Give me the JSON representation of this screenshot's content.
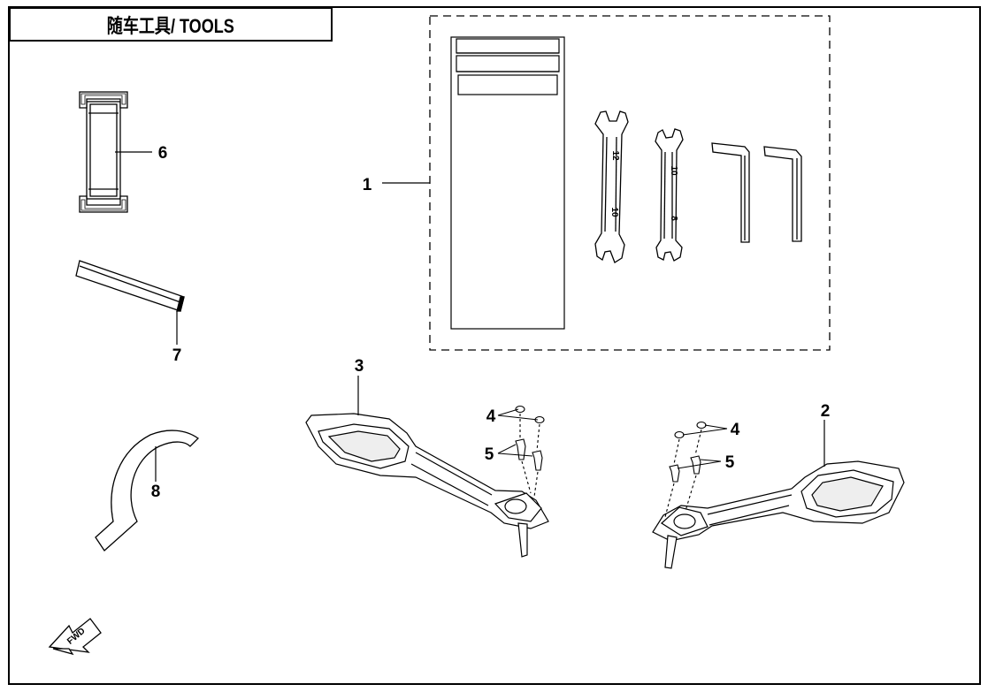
{
  "title": "随车工具/ TOOLS",
  "callouts": [
    {
      "id": "1",
      "label": "1"
    },
    {
      "id": "2",
      "label": "2"
    },
    {
      "id": "3",
      "label": "3"
    },
    {
      "id": "4a",
      "label": "4"
    },
    {
      "id": "4b",
      "label": "4"
    },
    {
      "id": "5a",
      "label": "5"
    },
    {
      "id": "5b",
      "label": "5"
    },
    {
      "id": "6",
      "label": "6"
    },
    {
      "id": "7",
      "label": "7"
    },
    {
      "id": "8",
      "label": "8"
    }
  ],
  "wrench_a": {
    "size_top": "12",
    "size_bottom": "10"
  },
  "wrench_b": {
    "size_top": "10",
    "size_bottom": "8"
  },
  "fwd_arrow": {
    "text": "FWD"
  }
}
